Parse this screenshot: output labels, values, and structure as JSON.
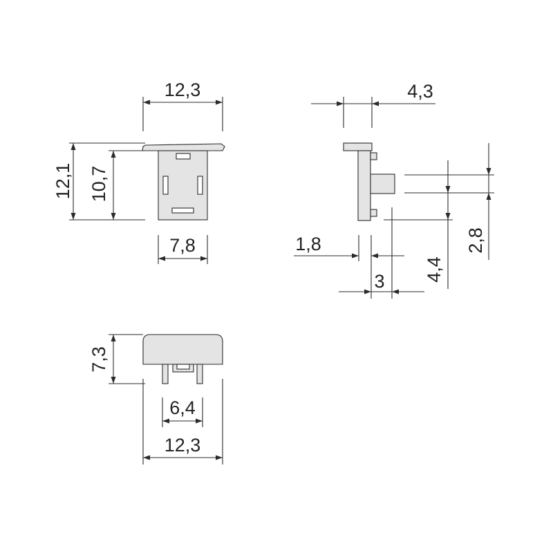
{
  "dimensions": {
    "front_width": "12,3",
    "front_total_height": "12,1",
    "front_body_height": "10,7",
    "front_body_width": "7,8",
    "side_top_width": "4,3",
    "side_wall": "1,8",
    "side_plug_offset": "3",
    "side_plug_height": "4,4",
    "side_gap": "2,8",
    "bottom_height": "7,3",
    "bottom_pin_spacing": "6,4",
    "bottom_width": "12,3"
  }
}
